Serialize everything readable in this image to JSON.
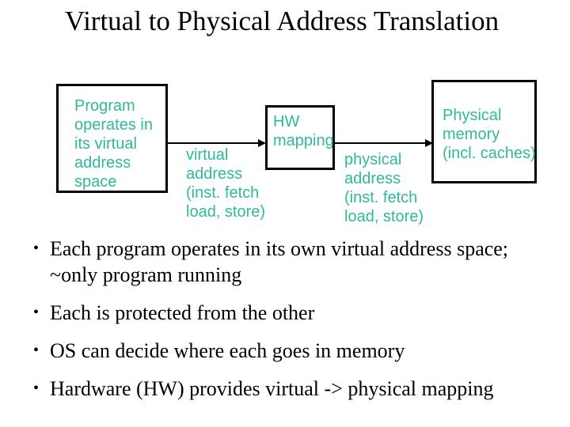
{
  "slide": {
    "title": "Virtual to Physical Address Translation",
    "colors": {
      "accent_teal": "#2fb99a",
      "text_black": "#000000",
      "background": "#ffffff"
    },
    "diagram": {
      "program_box_text": "Program\noperates in\nits virtual\naddress\nspace",
      "hw_box_text": "HW\nmapping",
      "memory_box_text": "Physical\nmemory\n(incl. caches)",
      "virtual_arrow_label": "virtual\naddress\n(inst. fetch\nload, store)",
      "physical_arrow_label": "physical\naddress\n(inst. fetch\nload, store)"
    },
    "bullets": {
      "marker": "•",
      "items": [
        "Each program operates in its own virtual address space;\n~only program running",
        "Each is protected from the other",
        "OS can decide where each goes in memory",
        "Hardware (HW) provides virtual -> physical mapping"
      ]
    }
  }
}
